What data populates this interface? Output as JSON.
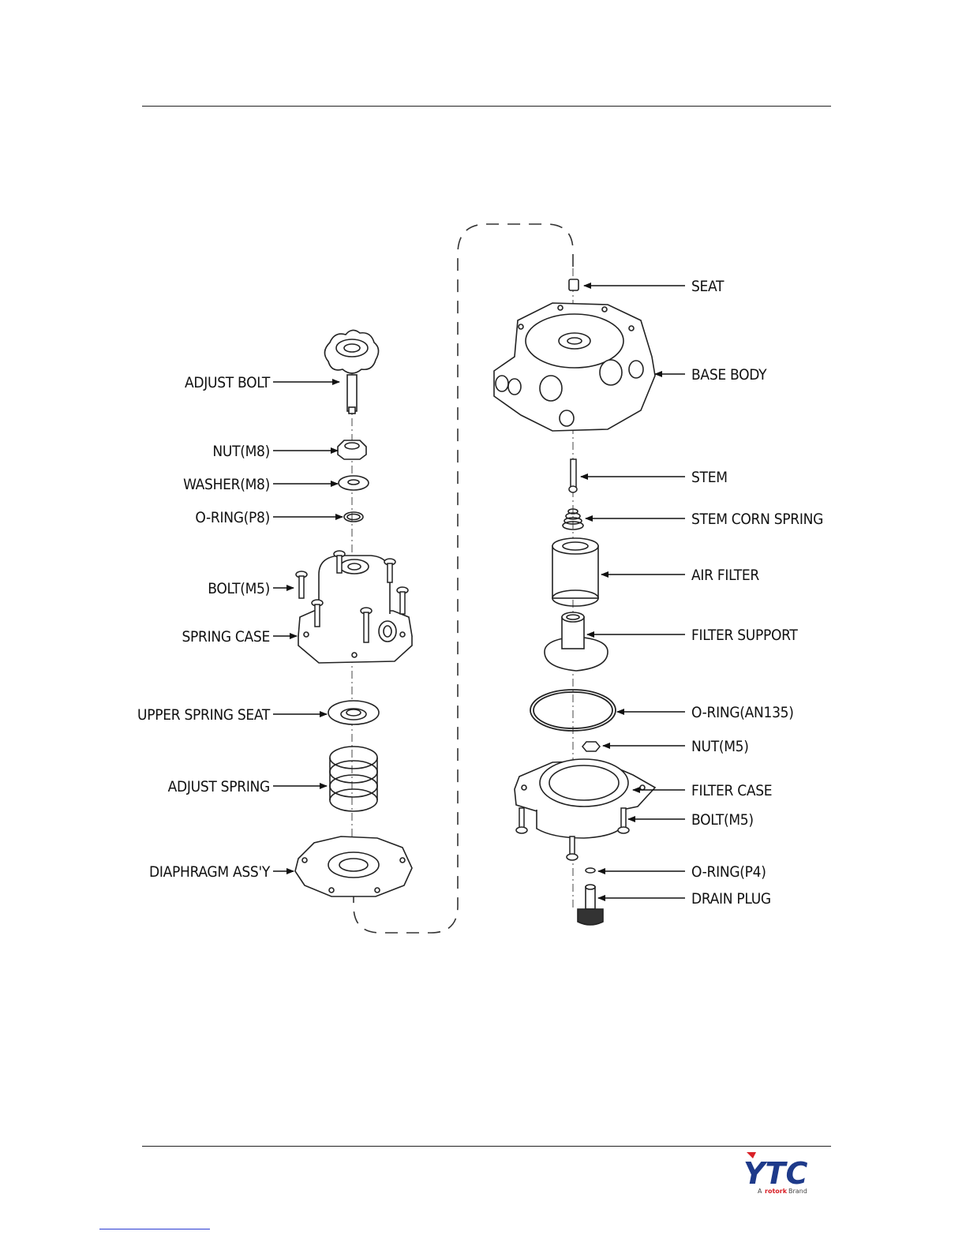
{
  "labels": {
    "left": {
      "adjust_bolt": "ADJUST BOLT",
      "nut_m8": "NUT(M8)",
      "washer_m8": "WASHER(M8)",
      "o_ring_p8": "O-RING(P8)",
      "bolt_m5": "BOLT(M5)",
      "spring_case": "SPRING CASE",
      "upper_spring_seat": "UPPER SPRING SEAT",
      "adjust_spring": "ADJUST SPRING",
      "diaphragm_assy": "DIAPHRAGM ASS'Y"
    },
    "right": {
      "seat": "SEAT",
      "base_body": "BASE BODY",
      "stem": "STEM",
      "stem_corn_spring": "STEM CORN SPRING",
      "air_filter": "AIR FILTER",
      "filter_support": "FILTER SUPPORT",
      "o_ring_an135": "O-RING(AN135)",
      "nut_m5": "NUT(M5)",
      "filter_case": "FILTER CASE",
      "bolt_m5": "BOLT(M5)",
      "o_ring_p4": "O-RING(P4)",
      "drain_plug": "DRAIN PLUG"
    }
  },
  "logo": {
    "text": "YTC",
    "prefix": "A",
    "brand": "rotork",
    "suffix": "Brand",
    "color": "#1e3a8a",
    "accent": "#d92027"
  }
}
